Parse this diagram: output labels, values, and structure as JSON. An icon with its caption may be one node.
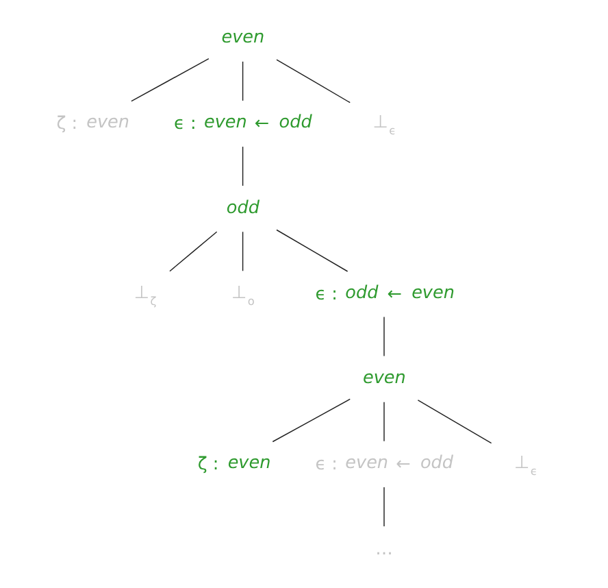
{
  "diagram": {
    "nodes": [
      {
        "text": [
          "*even*"
        ]
      },
      {
        "text": [
          "ζ : *even*"
        ]
      },
      {
        "text": [
          "ϵ : *even* ← *odd*"
        ]
      },
      {
        "text": [
          "⊥$_{ϵ}$"
        ]
      },
      {
        "text": [
          "*odd*"
        ]
      },
      {
        "text": [
          "⊥$_{ζ}$"
        ]
      },
      {
        "text": [
          "⊥$_{o}$"
        ]
      },
      {
        "text": [
          "ϵ : *odd* ← *even*"
        ]
      },
      {
        "text": [
          "*even*"
        ]
      },
      {
        "text": [
          "ζ : *even*"
        ]
      },
      {
        "text": [
          "ϵ : *even* ← *odd*"
        ]
      },
      {
        "text": [
          "⊥$_{ϵ}$"
        ]
      },
      {
        "text": [
          "…"
        ]
      }
    ],
    "edges": [
      {
        "from": 0,
        "to": 1,
        "arrow": "none"
      },
      {
        "from": 0,
        "to": 2,
        "arrow": "none"
      },
      {
        "from": 0,
        "to": 3,
        "arrow": "none"
      },
      {
        "from": 2,
        "to": 4,
        "arrow": "none"
      },
      {
        "from": 4,
        "to": 5,
        "arrow": "none"
      },
      {
        "from": 4,
        "to": 6,
        "arrow": "none"
      },
      {
        "from": 4,
        "to": 7,
        "arrow": "none"
      },
      {
        "from": 7,
        "to": 8,
        "arrow": "none"
      },
      {
        "from": 8,
        "to": 9,
        "arrow": "none"
      },
      {
        "from": 8,
        "to": 10,
        "arrow": "none"
      },
      {
        "from": 8,
        "to": 11,
        "arrow": "none"
      },
      {
        "from": 10,
        "to": 12,
        "arrow": "none"
      }
    ]
  }
}
